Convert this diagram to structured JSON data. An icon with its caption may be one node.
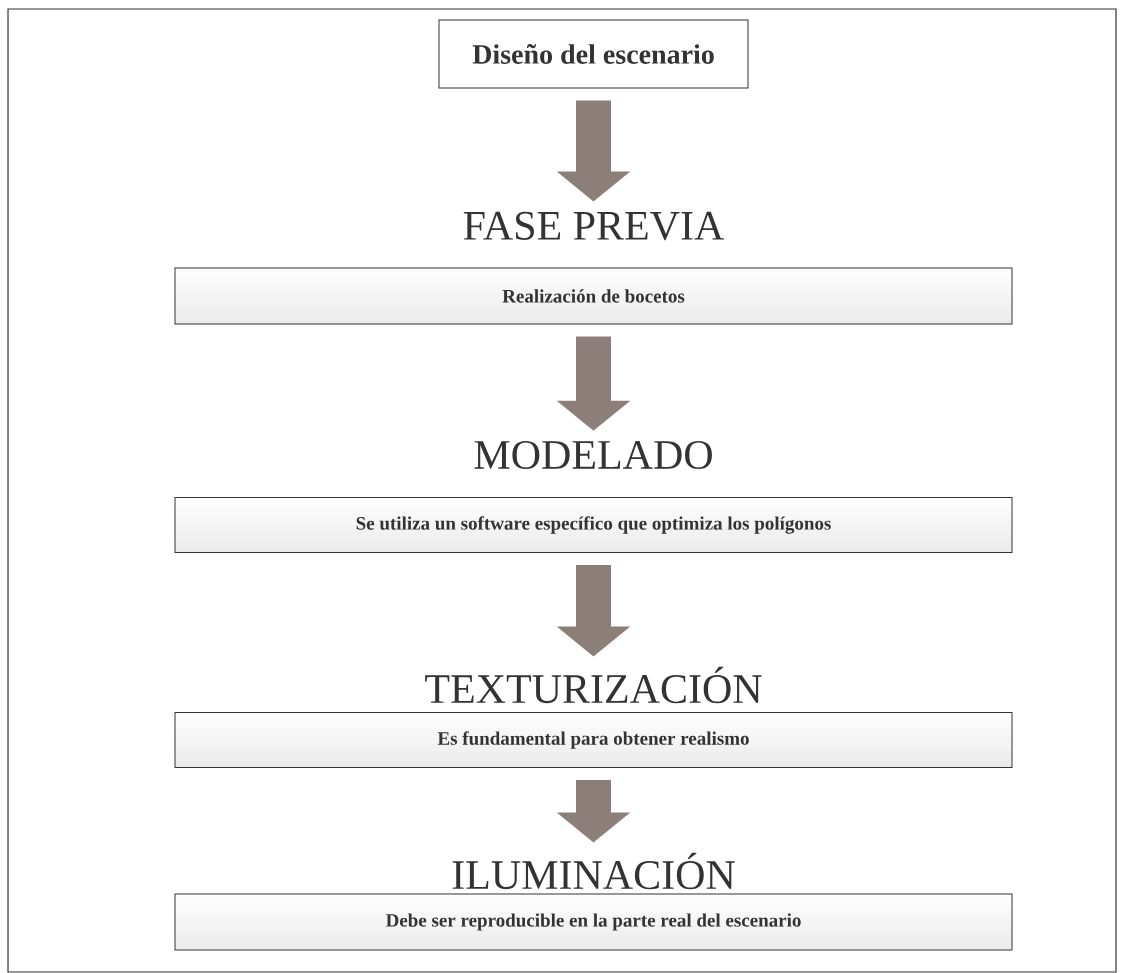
{
  "diagram": {
    "nodes": [
      {
        "text": [
          "Diseño del escenario"
        ]
      },
      {
        "text": [
          "FASE PREVIA",
          "Realización de bocetos"
        ]
      },
      {
        "text": [
          "MODELADO",
          "Se utiliza un software específico que optimiza los polígonos"
        ]
      },
      {
        "text": [
          "TEXTURIZACIÓN",
          "Es fundamental para obtener realismo"
        ]
      },
      {
        "text": [
          "ILUMINACIÓN",
          "Debe ser reproducible en la parte real del escenario"
        ]
      }
    ],
    "edges": [
      {
        "from": 0,
        "to": 1,
        "arrow": "to"
      },
      {
        "from": 1,
        "to": 2,
        "arrow": "to"
      },
      {
        "from": 2,
        "to": 3,
        "arrow": "to"
      },
      {
        "from": 3,
        "to": 4,
        "arrow": "to"
      }
    ]
  }
}
